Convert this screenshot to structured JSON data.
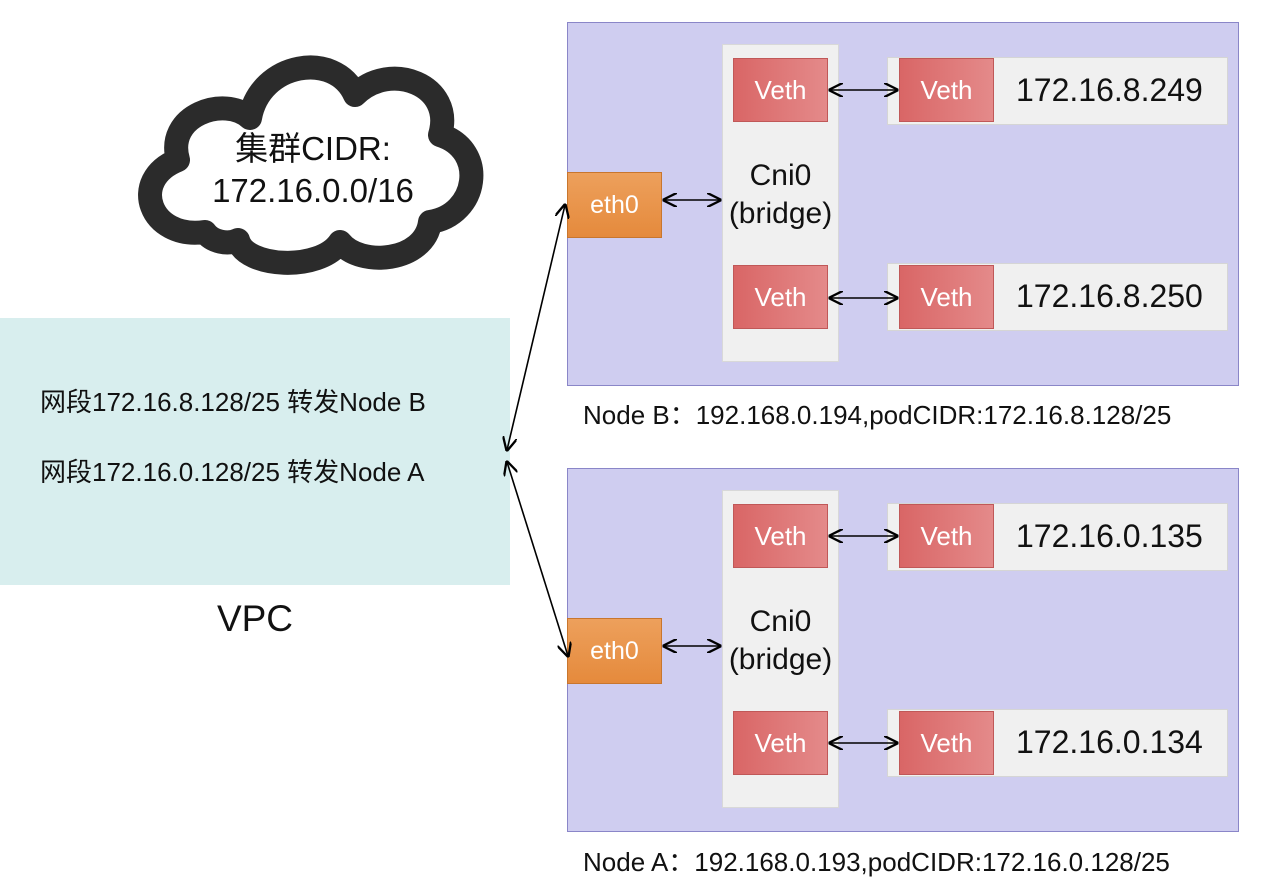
{
  "cloud": {
    "line1": "集群CIDR:",
    "line2": "172.16.0.0/16"
  },
  "vpc": {
    "label": "VPC",
    "route_b": "网段172.16.8.128/25 转发Node B",
    "route_a": "网段172.16.0.128/25 转发Node A"
  },
  "node_b": {
    "caption": "Node B：192.168.0.194,podCIDR:172.16.8.128/25",
    "eth0": "eth0",
    "bridge_line1": "Cni0",
    "bridge_line2": "(bridge)",
    "veth_label": "Veth",
    "pods": [
      {
        "ip": "172.16.8.249"
      },
      {
        "ip": "172.16.8.250"
      }
    ]
  },
  "node_a": {
    "caption": "Node A：192.168.0.193,podCIDR:172.16.0.128/25",
    "eth0": "eth0",
    "bridge_line1": "Cni0",
    "bridge_line2": "(bridge)",
    "veth_label": "Veth",
    "pods": [
      {
        "ip": "172.16.0.135"
      },
      {
        "ip": "172.16.0.134"
      }
    ]
  },
  "colors": {
    "cloud_outline": "#2b2b2b",
    "vpc_fill": "#d8eeee",
    "node_fill": "#cfcdf0",
    "veth_fill": "#d96666",
    "eth0_fill": "#e58a3c",
    "bridge_fill": "#f0f0f0"
  }
}
